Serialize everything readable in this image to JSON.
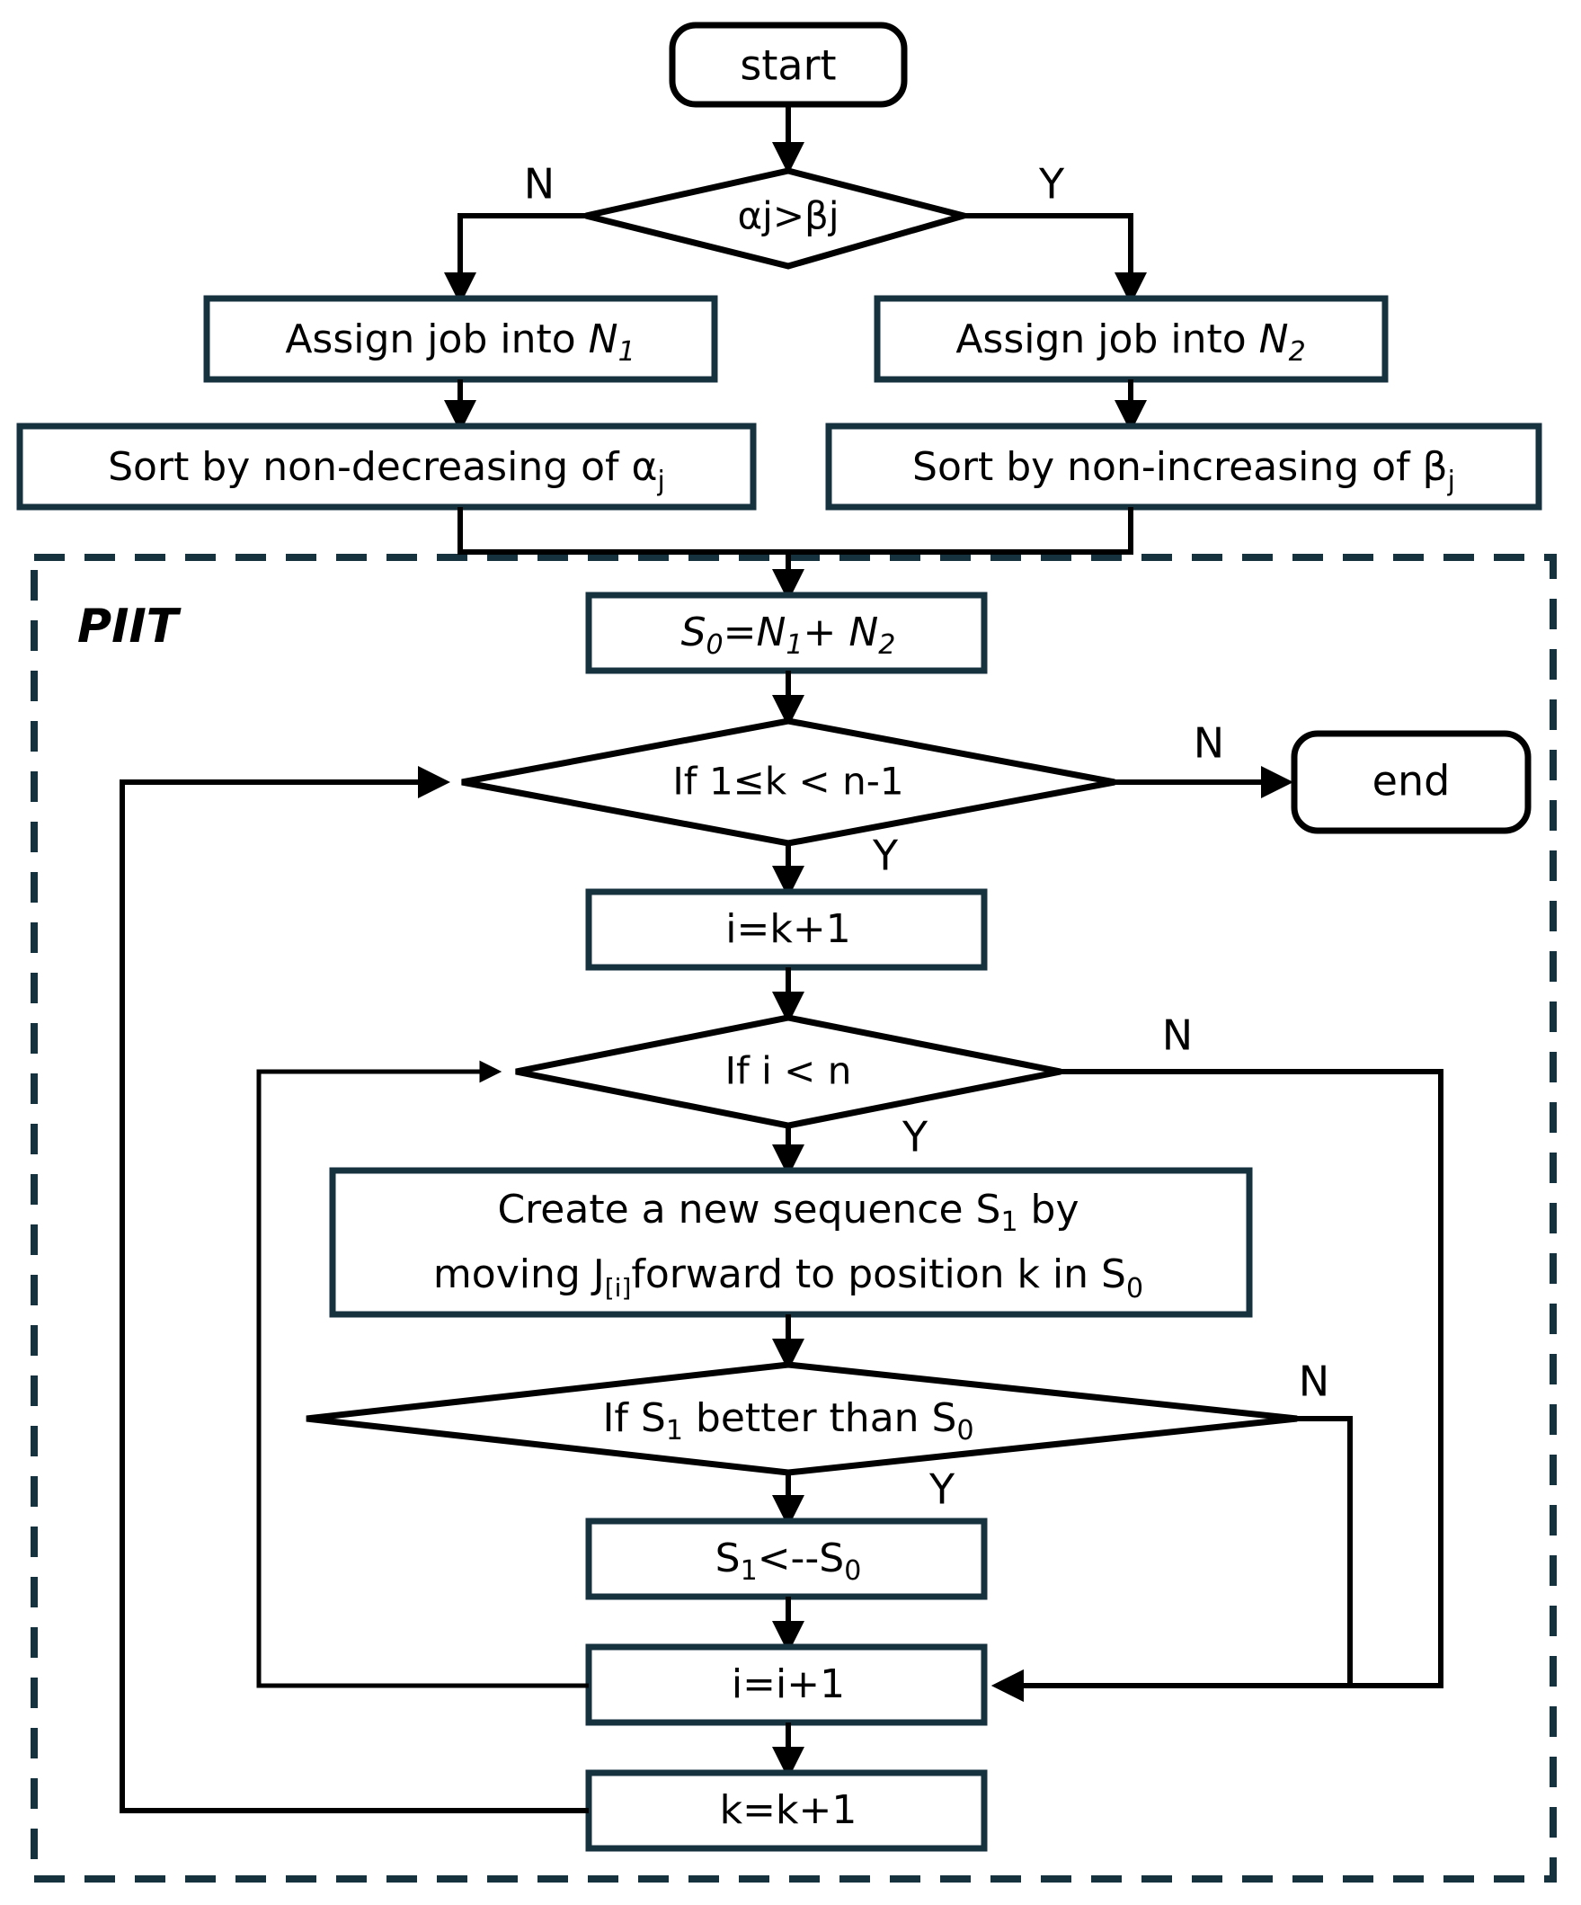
{
  "diagram": {
    "type": "flowchart",
    "title": "PIIT heuristic flowchart",
    "colors": {
      "box_border": "#17323f",
      "terminator_border": "#000000",
      "diamond_border": "#000000",
      "connector": "#000000",
      "group_frame": "#17323f",
      "background": "#ffffff",
      "text": "#000000"
    },
    "group": {
      "label": "PIIT",
      "style": "dashed"
    },
    "nodes": {
      "start": {
        "label": "start",
        "shape": "terminator"
      },
      "decision_alpha_beta": {
        "label": "αj>βj",
        "shape": "diamond"
      },
      "assign_n1": {
        "label_pre": "Assign job into ",
        "label_sym": "N",
        "label_sub": "1",
        "shape": "process"
      },
      "assign_n2": {
        "label_pre": "Assign job into ",
        "label_sym": "N",
        "label_sub": "2",
        "shape": "process"
      },
      "sort_alpha": {
        "label_pre": "Sort by non-decreasing of α",
        "label_sub": "j",
        "shape": "process"
      },
      "sort_beta": {
        "label_pre": "Sort by non-increasing of β",
        "label_sub": "j",
        "shape": "process"
      },
      "init_s0": {
        "label": "S0=N1+ N2",
        "shape": "process"
      },
      "decision_k_range": {
        "label": "If 1≤k < n-1",
        "shape": "diamond"
      },
      "end": {
        "label": "end",
        "shape": "terminator"
      },
      "set_i": {
        "label": "i=k+1",
        "shape": "process"
      },
      "decision_i_lt_n": {
        "label": "If i < n",
        "shape": "diamond"
      },
      "create_sequence": {
        "line1_pre": "Create a new sequence S",
        "line1_sub": "1",
        "line1_post": " by",
        "line2_pre": "moving J",
        "line2_sub": "[i]",
        "line2_mid": "forward to position k in S",
        "line2_sub2": "0",
        "shape": "process"
      },
      "decision_s1_better": {
        "label_pre": "If S",
        "label_sub1": "1",
        "label_mid": " better than S",
        "label_sub2": "0",
        "shape": "diamond"
      },
      "assign_s1_s0": {
        "label_pre": "S",
        "label_sub1": "1",
        "label_mid": "<--S",
        "label_sub2": "0",
        "shape": "process"
      },
      "incr_i": {
        "label": "i=i+1",
        "shape": "process"
      },
      "incr_k": {
        "label": "k=k+1",
        "shape": "process"
      }
    },
    "branch_labels": {
      "alpha_beta_no": "N",
      "alpha_beta_yes": "Y",
      "k_range_no": "N",
      "k_range_yes": "Y",
      "i_lt_n_no": "N",
      "i_lt_n_yes": "Y",
      "s1_better_no": "N",
      "s1_better_yes": "Y"
    }
  }
}
